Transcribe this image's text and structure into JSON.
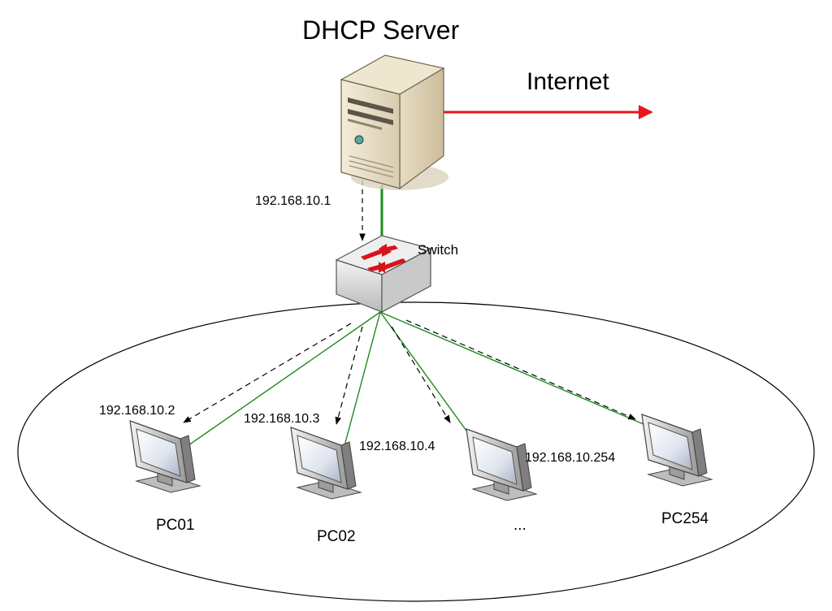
{
  "title": "DHCP Server",
  "internet_label": "Internet",
  "server_ip": "192.168.10.1",
  "switch_label": "Switch",
  "clients": [
    {
      "ip": "192.168.10.2",
      "name": "PC01"
    },
    {
      "ip": "192.168.10.3",
      "name": "PC02"
    },
    {
      "ip": "192.168.10.4",
      "name": "..."
    },
    {
      "ip": "192.168.10.254",
      "name": "PC254"
    }
  ],
  "colors": {
    "internet_link": "#e8151b",
    "lan_link": "#1e8a1e",
    "dhcp_offer": "#000000",
    "network_boundary": "#000000"
  },
  "icons": {
    "server": "server-tower-icon",
    "switch": "network-switch-icon",
    "client": "monitor-icon"
  }
}
